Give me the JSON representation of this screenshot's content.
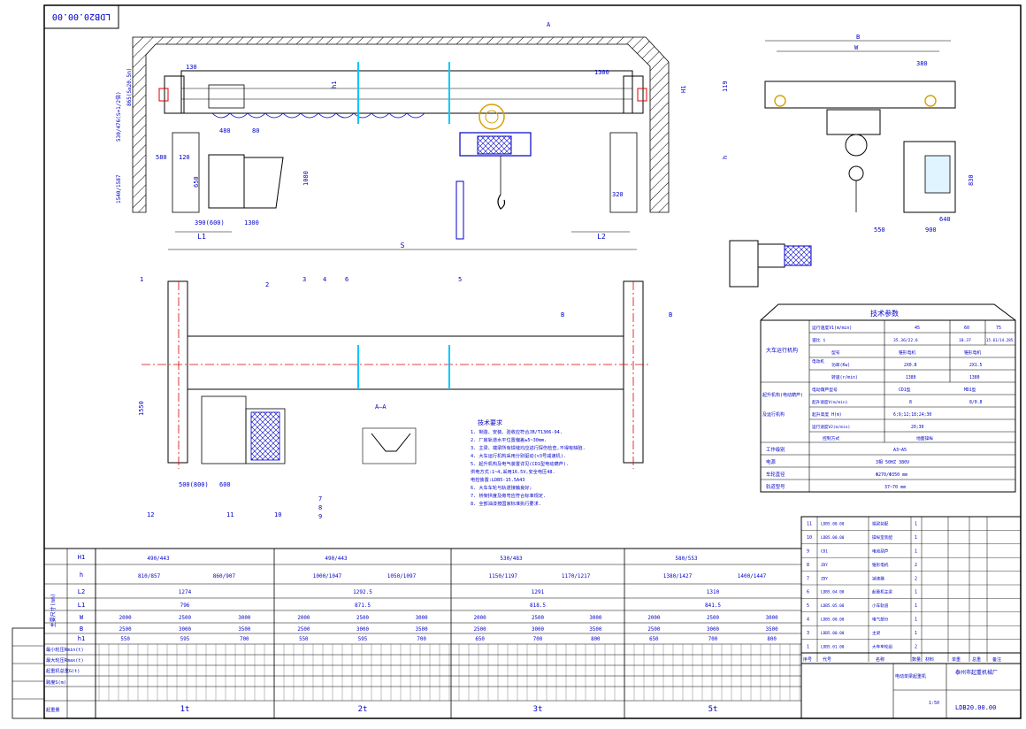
{
  "drawing_number": "LDB20.00.00",
  "view_label_a": "A",
  "view_label_aa": "A—A",
  "view_label_b": "B",
  "dimensions": {
    "top_130": "130",
    "top_1300": "1300",
    "h1": "h1",
    "H1": "H1",
    "d480": "480",
    "d80": "80",
    "d120": "120",
    "d580": "580",
    "d650": "650",
    "d1080": "1080",
    "d390": "390(600)",
    "d1300b": "1300",
    "d320": "320",
    "L1": "L1",
    "L2": "L2",
    "S": "S",
    "B": "B",
    "W": "W",
    "d380": "380",
    "d119": "119",
    "h": "h",
    "d550": "550",
    "d900": "900",
    "d640": "640",
    "d830": "830",
    "d1550": "1550",
    "d500": "500(800)",
    "d600": "600",
    "left_vertical_1": "530/476(S=1/2倍)",
    "left_vertical_2": "1540/1587",
    "left_vertical_3": "865(S≥20.5m)"
  },
  "balloons": [
    "1",
    "2",
    "3",
    "4",
    "5",
    "6",
    "7",
    "8",
    "9",
    "10",
    "11",
    "12"
  ],
  "notes": {
    "title": "技术要求",
    "lines": [
      "1. 制造、安装、验收应符合JB/T1306-94.",
      "2. 厂房轨道水平位置偏差±5~30mm.",
      "3. 主梁、端梁所有焊缝均应进行探伤检查,不得有缺陷.",
      "4. 大车运行机构采用分别驱动(▽3号减速机).",
      "5. 起升机构及电气装置详见(CD1型电动葫芦).",
      "   供电方式:1~4,采用16.5V,安全电压48.",
      "   电控装置:LDB5-15.5A43",
      "6. 大车车轮与轨道接触良好;",
      "7. 桥架拱度及旁弯应符合标准规定.",
      "8. 全部油漆按国家标准执行要求."
    ]
  },
  "tech_params": {
    "title": "技术参数",
    "row_group_1": "大车运行机构",
    "speed_label": "运行速度V1(m/min)",
    "speed_values": [
      "45",
      "60",
      "75"
    ],
    "ratio_label": "速比 i",
    "ratio_values": [
      "35.36/22.6",
      "18.37",
      "15.61/14.285"
    ],
    "motor_label": "电动机",
    "motor_model_label": "型号",
    "motor_model_values": [
      "锥形电机",
      "锥形电机"
    ],
    "power_label": "功率(Kw)",
    "power_values": [
      "2X0.8",
      "2X1.5"
    ],
    "rpm_label": "转速(r/min)",
    "rpm_values": [
      "1380",
      "1380"
    ],
    "row_group_2": "起升机构(电动葫芦)",
    "hoist_model_label": "电动葫芦型号",
    "hoist_model_values": [
      "CD1型",
      "MD1型"
    ],
    "hoist_speed_label": "起升速度V(m/min)",
    "hoist_speed_values": [
      "8",
      "8/0.8"
    ],
    "row_group_3": "及运行机构",
    "lift_height_label": "起升高度 H(m)",
    "lift_height_values": "6;9;12;18;24;30",
    "trolley_speed_label": "运行速度V2(m/min)",
    "trolley_speed_values": "20;30",
    "control_label": "控制方式",
    "control_value": "地面操纵",
    "duty_label": "工作级别",
    "duty_value": "A3~A5",
    "power_source_label": "电源",
    "power_source_value": "3相 50HZ 380V",
    "wheel_label": "车轮直径",
    "wheel_value": "Φ270/Φ350 mm",
    "rail_label": "轨道型号",
    "rail_value": "37~70 mm"
  },
  "bom": {
    "rows": [
      {
        "no": "11",
        "code": "LDB5.00.00",
        "name": "端梁装配",
        "qty": "1"
      },
      {
        "no": "10",
        "code": "LDB5.00.00",
        "name": "操纵室装配",
        "qty": "1"
      },
      {
        "no": "9",
        "code": "CD1",
        "name": "电动葫芦",
        "qty": "1"
      },
      {
        "no": "8",
        "code": "ZDY",
        "name": "锥形电机",
        "qty": "2"
      },
      {
        "no": "7",
        "code": "ZDY",
        "name": "减速器",
        "qty": "2"
      },
      {
        "no": "6",
        "code": "LDB5.04.00",
        "name": "起重机主梁",
        "qty": "1"
      },
      {
        "no": "5",
        "code": "LDB5.05.00",
        "name": "小车轨道",
        "qty": "1"
      },
      {
        "no": "4",
        "code": "LDB5.00.00",
        "name": "电气部分",
        "qty": "1"
      },
      {
        "no": "3",
        "code": "LDB5.00.00",
        "name": "主梁",
        "qty": "1"
      },
      {
        "no": "1",
        "code": "LDB5.01.00",
        "name": "大车车轮组",
        "qty": "2"
      }
    ],
    "header": [
      "序号",
      "代号",
      "名称",
      "数量",
      "材料",
      "单重",
      "总重",
      "备注"
    ],
    "company": "泰州市起重机械厂",
    "product_title": "电动单梁起重机",
    "product_code": "LDB20.00.00",
    "scale": "1:50"
  },
  "main_table": {
    "row_labels": [
      "H1",
      "h",
      "L2",
      "L1",
      "W",
      "B",
      "h1"
    ],
    "left_side_labels": "主要尺寸(mm)",
    "bottom_labels": [
      "最小轮压Rmin(t)",
      "最大轮压Rmax(t)",
      "起重机总重G(t)",
      "跨度S(m)",
      "起重量"
    ],
    "capacities": [
      "1t",
      "2t",
      "3t",
      "5t"
    ],
    "h1_groups": [
      {
        "h1": "490/443",
        "h": "810/857",
        "h_extra": "860/907"
      },
      {
        "h1": "490/443",
        "h": "1000/1047",
        "h_extra": "1050/1097"
      },
      {
        "h1": "530/483",
        "h": "1150/1197",
        "h_extra": "1170/1217"
      },
      {
        "h1": "580/553",
        "h": "1380/1427",
        "h_extra": "1400/1447"
      }
    ],
    "L2_values": [
      "1274",
      "1292.5",
      "1291",
      "1310"
    ],
    "L1_values": [
      "796",
      "871.5",
      "818.5",
      "841.5"
    ],
    "W_values": [
      "2000",
      "2500",
      "3000"
    ],
    "B_values": [
      "2500",
      "3000",
      "3500"
    ],
    "h1_small_values": [
      "550",
      "595",
      "700",
      "650",
      "700",
      "800"
    ]
  }
}
